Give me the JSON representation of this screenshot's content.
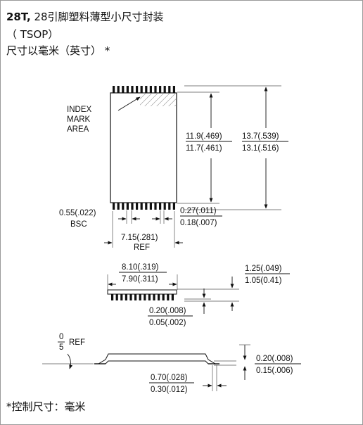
{
  "title": {
    "part_bold": "28T,",
    "part_rest": " 28引脚塑料薄型小尺寸封装",
    "line2": "（  TSOP）",
    "line3": "尺寸以毫米（英寸）  *"
  },
  "labels": {
    "index_mark": [
      "INDEX",
      "MARK",
      "AREA"
    ],
    "dim_11_top": "11.9(.469)",
    "dim_11_bot": "11.7(.461)",
    "dim_13_top": "13.7(.539)",
    "dim_13_bot": "13.1(.516)",
    "pitch_top": "0.55(.022)",
    "pitch_bot": "BSC",
    "lead_w_top": "0.27(.011)",
    "lead_w_bot": "0.18(.007)",
    "ref_715_top": "7.15(.281)",
    "ref_715_bot": "REF",
    "len_810_top": "8.10(.319)",
    "len_810_bot": "7.90(.311)",
    "h_125_top": "1.25(.049)",
    "h_125_bot": "1.05(0.41)",
    "so_020_top": "0.20(.008)",
    "so_020_bot": "0.05(.002)",
    "angle_top": "0",
    "angle_bot": "5",
    "angle_ref": "REF",
    "th_020_top": "0.20(.008)",
    "th_020_bot": "0.15(.006)",
    "foot_070_top": "0.70(.028)",
    "foot_070_bot": "0.30(.012)"
  },
  "footer": "*控制尺寸：毫米"
}
